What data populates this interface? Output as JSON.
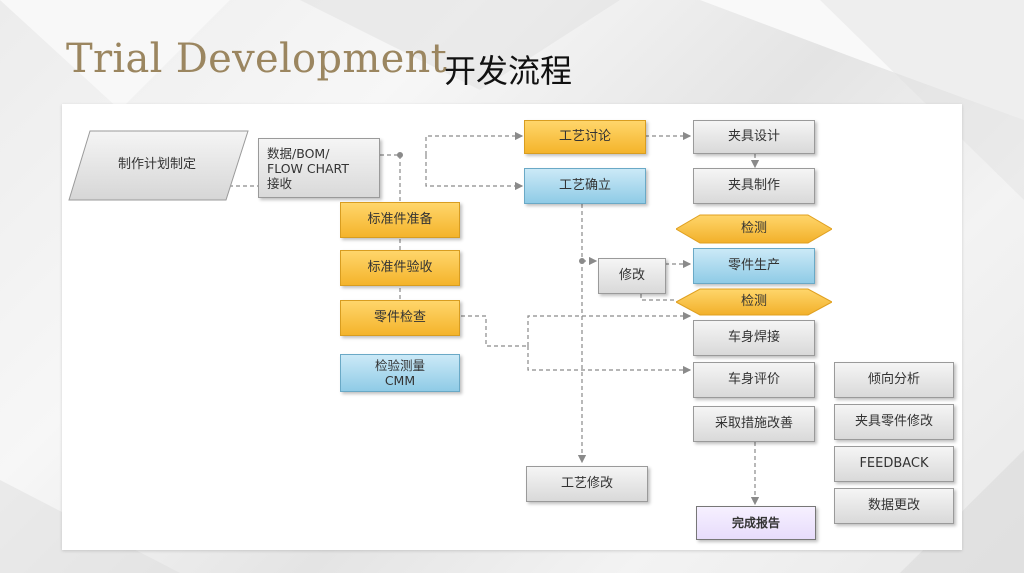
{
  "title": {
    "english": "Trial Development",
    "chinese": "开发流程"
  },
  "flow": {
    "plan": "制作计划制定",
    "data_receive": "数据/BOM/\nFLOW CHART\n接收",
    "std_prepare": "标准件准备",
    "std_accept": "标准件验收",
    "part_inspect": "零件检查",
    "cmm": "检验测量\nCMM",
    "proc_discuss": "工艺讨论",
    "proc_confirm": "工艺确立",
    "revise": "修改",
    "proc_modify": "工艺修改",
    "fixture_design": "夹具设计",
    "fixture_make": "夹具制作",
    "inspect1": "检测",
    "part_production": "零件生产",
    "inspect2": "检测",
    "body_weld": "车身焊接",
    "body_eval": "车身评价",
    "measures": "采取措施改善",
    "complete_report": "完成报告",
    "trend_analysis": "倾向分析",
    "fixture_part_modify": "夹具零件修改",
    "feedback": "FEEDBACK",
    "data_change": "数据更改"
  }
}
